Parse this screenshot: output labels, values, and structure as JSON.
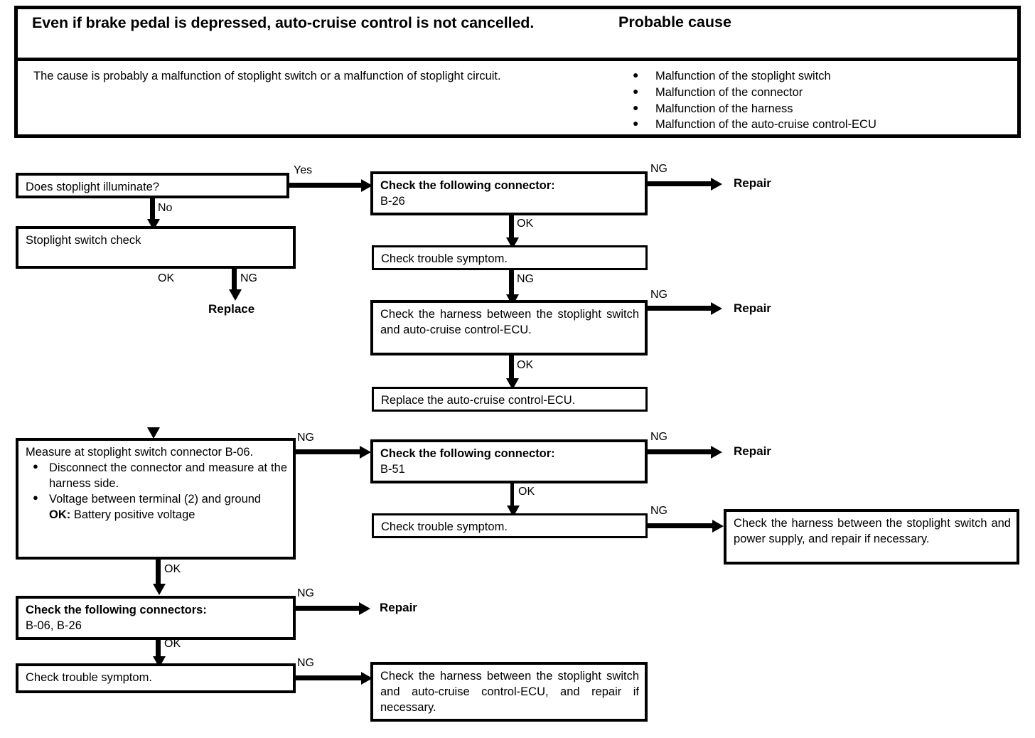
{
  "header": {
    "symptom_title": "Even if brake pedal is depressed, auto-cruise control is not cancelled.",
    "probable_cause_title": "Probable cause",
    "description": "The cause is probably a malfunction of stoplight switch or a malfunction of stoplight circuit.",
    "causes": [
      "Malfunction of the stoplight switch",
      "Malfunction of the connector",
      "Malfunction of the harness",
      "Malfunction of the auto-cruise control-ECU"
    ],
    "bullet_glyph": "●"
  },
  "flow": {
    "boxes": {
      "does_stoplight_illuminate": "Does stoplight illuminate?",
      "stoplight_switch_check": "Stoplight switch check",
      "check_connector_b26_title": "Check the following connector:",
      "check_connector_b26_value": "B-26",
      "check_trouble_symptom_1": "Check trouble symptom.",
      "check_harness_stoplight_ecu": "Check the harness between the stoplight switch and auto-cruise control-ECU.",
      "replace_ecu": "Replace the auto-cruise control-ECU.",
      "measure_title": "Measure at stoplight switch connector B-06.",
      "measure_bullet_1": "Disconnect the connector and measure at the harness side.",
      "measure_bullet_2": "Voltage between terminal (2) and ground",
      "measure_ok_label": "OK:",
      "measure_ok_value": "Battery positive voltage",
      "check_connector_b51_title": "Check the following connector:",
      "check_connector_b51_value": "B-51",
      "check_trouble_symptom_2": "Check trouble symptom.",
      "check_harness_power_supply": "Check the harness between the stoplight switch and power supply, and repair if necessary.",
      "check_connectors_b06_b26_title": "Check the following connectors:",
      "check_connectors_b06_b26_value": "B-06, B-26",
      "check_trouble_symptom_3": "Check trouble symptom.",
      "check_harness_ecu_repair": "Check the harness between the stoplight switch and auto-cruise control-ECU, and repair if necessary."
    },
    "terminals": {
      "replace": "Replace",
      "repair_1": "Repair",
      "repair_2": "Repair",
      "repair_3": "Repair",
      "repair_4": "Repair"
    },
    "edge_labels": {
      "yes": "Yes",
      "no": "No",
      "ok_1": "OK",
      "ng_1": "NG",
      "ng_b26": "NG",
      "ok_b26": "OK",
      "ng_sym1": "NG",
      "ng_harness": "NG",
      "ok_harness": "OK",
      "ng_measure": "NG",
      "ok_measure": "OK",
      "ng_b51": "NG",
      "ok_b51": "OK",
      "ng_sym2": "NG",
      "ng_connectors": "NG",
      "ok_connectors": "OK",
      "ng_sym3": "NG"
    }
  },
  "colors": {
    "ink": "#000000",
    "paper": "#ffffff"
  }
}
